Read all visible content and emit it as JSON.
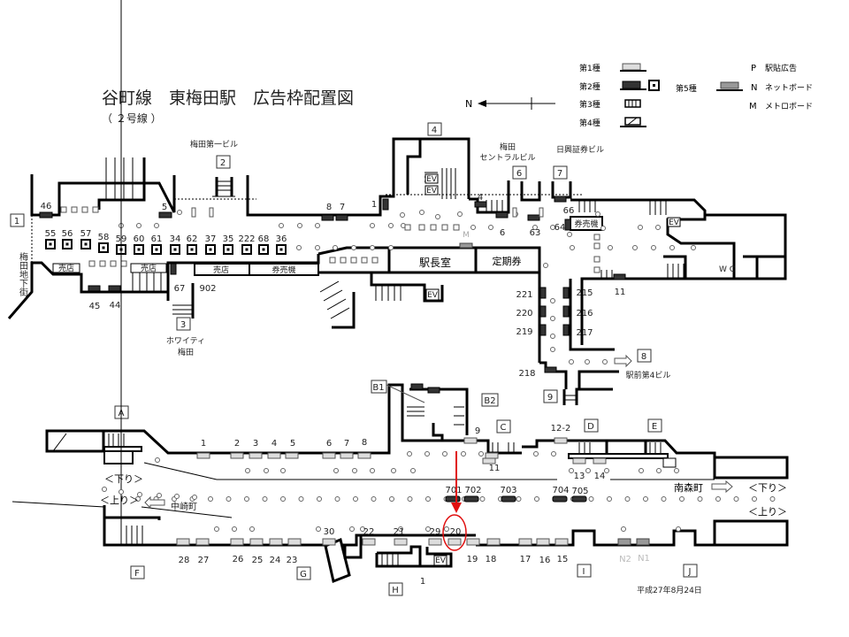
{
  "title": "谷町線　東梅田駅　広告枠配置図",
  "subtitle": "（ ２号線 ）",
  "compass": "N",
  "legend": {
    "type1": "第1種",
    "type2": "第2種",
    "type3": "第3種",
    "type4": "第4種",
    "type5": "第5種",
    "p_key": "P",
    "p_label": "駅貼広告",
    "n_key": "N",
    "n_label": "ネットボード",
    "m_key": "M",
    "m_label": "メトロボード"
  },
  "buildings": {
    "umeda_daiichi": "梅田第一ビル",
    "whity": "ホワイティ",
    "whity2": "梅田",
    "central1": "梅田",
    "central2": "セントラルビル",
    "nikko": "日興証券ビル",
    "ekimae4": "駅前第4ビル",
    "chikagai": "梅田地下街"
  },
  "rooms": {
    "ekichou": "駅長室",
    "teiki": "定期券",
    "baiten": "売店",
    "kenbaiki": "券売機",
    "wc": "W C",
    "ev": "EV",
    "m_board": "M"
  },
  "exits": {
    "e1": "1",
    "e2": "2",
    "e3": "3",
    "e4": "4",
    "e6": "6",
    "e7": "7",
    "e8": "8",
    "e9": "9",
    "A": "A",
    "B1": "B1",
    "B2": "B2",
    "C": "C",
    "D": "D",
    "E": "E",
    "F": "F",
    "G": "G",
    "H": "H",
    "I": "I",
    "J": "J"
  },
  "upper_ads": {
    "pillars": [
      "55",
      "56",
      "57",
      "58",
      "59",
      "60",
      "61",
      "34",
      "62",
      "37",
      "35",
      "222",
      "68",
      "36"
    ],
    "n46": "46",
    "n5": "5",
    "n8": "8",
    "n7": "7",
    "n1": "1",
    "n4": "4",
    "n6": "6",
    "n63": "63",
    "n66": "66",
    "n64": "64",
    "n45": "45",
    "n44": "44",
    "n67": "67",
    "n902": "902",
    "n221": "221",
    "n220": "220",
    "n219": "219",
    "n218": "218",
    "n215": "215",
    "n216": "216",
    "n217": "217",
    "n11": "11"
  },
  "platform_ads": {
    "top": [
      "1",
      "2",
      "3",
      "4",
      "5",
      "6",
      "7",
      "8"
    ],
    "n9": "9",
    "n11": "11",
    "n12_2": "12-2",
    "n13": "13",
    "n14": "14",
    "center": [
      "701",
      "702",
      "703",
      "704",
      "705"
    ],
    "bottom_above": [
      "30",
      "22",
      "21",
      "29",
      "20"
    ],
    "bottom_below": [
      "28",
      "27",
      "26",
      "25",
      "24",
      "23",
      "19",
      "18",
      "17",
      "16",
      "15"
    ],
    "net": [
      "N2",
      "N1"
    ],
    "h1": "1"
  },
  "directions": {
    "down": "＜下り＞",
    "up": "＜上り＞",
    "nakazakicho": "中崎町",
    "minamimorimachi": "南森町",
    "down2": "＜下り＞",
    "up2": "＜上り＞"
  },
  "date": "平成27年8月24日",
  "highlight_color": "#e01010"
}
